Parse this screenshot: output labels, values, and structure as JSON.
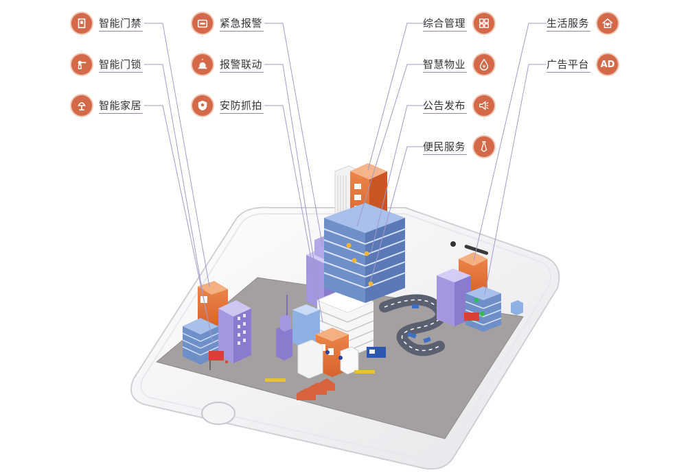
{
  "features_left": [
    {
      "id": "access",
      "label": "智能门禁",
      "icon": "door-access-icon"
    },
    {
      "id": "lock",
      "label": "智能门锁",
      "icon": "door-lock-icon"
    },
    {
      "id": "home",
      "label": "智能家居",
      "icon": "smart-home-lamp-icon"
    }
  ],
  "features_mid": [
    {
      "id": "sos",
      "label": "紧急报警",
      "icon": "emergency-alarm-icon"
    },
    {
      "id": "linkage",
      "label": "报警联动",
      "icon": "siren-icon"
    },
    {
      "id": "capture",
      "label": "安防抓拍",
      "icon": "shield-icon"
    }
  ],
  "features_right_a": [
    {
      "id": "manage",
      "label": "综合管理",
      "icon": "grid-icon"
    },
    {
      "id": "property",
      "label": "智慧物业",
      "icon": "yen-drop-icon"
    },
    {
      "id": "notice",
      "label": "公告发布",
      "icon": "speaker-icon"
    },
    {
      "id": "convenience",
      "label": "便民服务",
      "icon": "tie-icon"
    }
  ],
  "features_right_b": [
    {
      "id": "life",
      "label": "生活服务",
      "icon": "house-heart-icon"
    },
    {
      "id": "ads",
      "label": "广告平台",
      "icon": "ad-icon",
      "icon_text": "AD"
    }
  ],
  "colors": {
    "icon_fill": "#d4694a",
    "label_underline": "#8b86bb",
    "connector": "#9f9bcc",
    "orange_building": "#e8793f",
    "blue_building": "#6f8fc8",
    "purple_building": "#9c8ed8",
    "ground": "#9e9a9a"
  }
}
